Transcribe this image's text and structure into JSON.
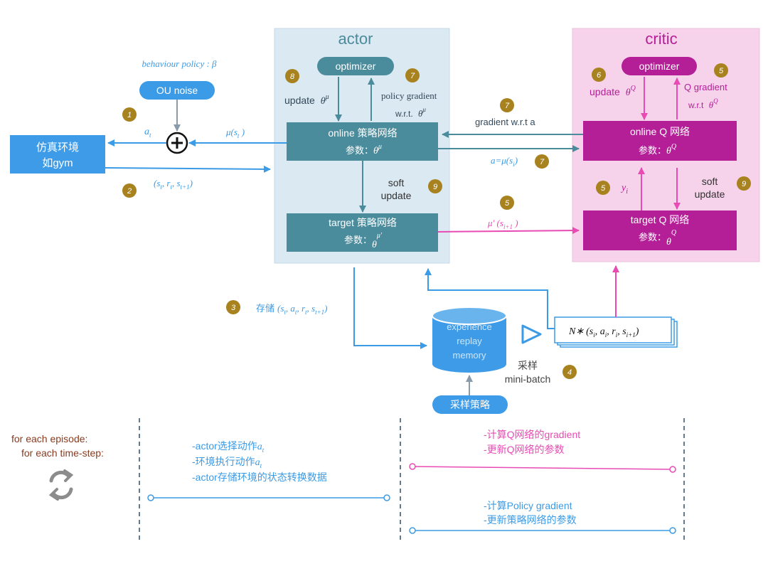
{
  "panels": {
    "actor_title": "actor",
    "critic_title": "critic"
  },
  "actor": {
    "optimizer": "optimizer",
    "update_label": "update",
    "update_theta": "θ",
    "update_theta_sup": "μ",
    "policy_gradient_line1": "policy gradient",
    "policy_gradient_line2": "w.r.t.",
    "policy_gradient_theta": "θ",
    "policy_gradient_theta_sup": "μ",
    "online_title": "online 策略网络",
    "online_params": "参数：",
    "online_theta": "θ",
    "online_theta_sup": "μ",
    "soft_update_line1": "soft",
    "soft_update_line2": "update",
    "target_title": "target 策略网络",
    "target_params": "参数：",
    "target_theta": "θ",
    "target_theta_sup": "μ'"
  },
  "critic": {
    "optimizer": "optimizer",
    "update_label": "update",
    "update_theta": "θ",
    "update_theta_sup": "Q",
    "q_gradient_line1": "Q gradient",
    "q_gradient_line2": "w.r.t",
    "q_gradient_theta": "θ",
    "q_gradient_theta_sup": "Q",
    "online_title": "online Q 网络",
    "online_params": "参数：",
    "online_theta": "θ",
    "online_theta_sup": "Q",
    "yi": "y",
    "yi_sub": "i",
    "soft_update_line1": "soft",
    "soft_update_line2": "update",
    "target_title": "target Q 网络",
    "target_params": "参数：",
    "target_theta": "θ",
    "target_theta_sup": "Q"
  },
  "left": {
    "behaviour_policy": "behaviour policy : β",
    "ou_noise": "OU noise",
    "env_line1": "仿真环境",
    "env_line2": "如gym",
    "a_t": "a",
    "a_t_sub": "t",
    "mu_st": "μ(s",
    "mu_st_sub": "t",
    "mu_st_close": " )",
    "transition": "(s",
    "transition_rest": "t",
    "transition_mid": ", r",
    "transition_r_sub": "t",
    "transition_s1": ", s",
    "transition_s1_sub": "t+1",
    "transition_close": ")"
  },
  "middle": {
    "gradient_wrt_a": "gradient w.r.t a",
    "a_mu_si": "a=μ(s",
    "a_mu_si_sub": "i",
    "a_mu_si_close": ")",
    "mu_prime": "μ' (s",
    "mu_prime_sub": "i+1",
    "mu_prime_close": " )",
    "store_label": "存储",
    "store_tuple": "(s",
    "store_tuple_sub1": "t",
    "store_tuple_a": ", a",
    "store_tuple_sub2": "t",
    "store_tuple_r": ", r",
    "store_tuple_sub3": "t",
    "store_tuple_s": ", s",
    "store_tuple_sub4": "t+1",
    "store_tuple_close": ")",
    "replay_line1": "experience",
    "replay_line2": "replay",
    "replay_line3": "memory",
    "sample_line1": "采样",
    "sample_line2": "mini-batch",
    "sampling_policy": "采样策略",
    "batch_n": "N∗",
    "batch_open": "(s",
    "batch_sub1": "i",
    "batch_a": ", a",
    "batch_sub2": "i",
    "batch_r": ", r",
    "batch_sub3": "i",
    "batch_s": ", s",
    "batch_sub4": "i+1",
    "batch_close": ")"
  },
  "steps": {
    "s1": "1",
    "s2": "2",
    "s3": "3",
    "s4": "4",
    "s5a": "5",
    "s5b": "5",
    "s5c": "5",
    "s6": "6",
    "s7a": "7",
    "s7b": "7",
    "s7c": "7",
    "s8": "8",
    "s9a": "9",
    "s9b": "9"
  },
  "loop": {
    "episode": "for each episode:",
    "timestep": "for each time-step:",
    "actor_step1": "-actor选择动作",
    "actor_step1_var": "a",
    "actor_step1_sub": "t",
    "actor_step2": "-环境执行动作",
    "actor_step2_var": "a",
    "actor_step2_sub": "t",
    "actor_step3": "-actor存储环境的状态转换数据",
    "critic_step1": "-计算Q网络的gradient",
    "critic_step2": "-更新Q网络的参数",
    "policy_step1": "-计算Policy gradient",
    "policy_step2": "-更新策略网络的参数"
  },
  "colors": {
    "actor_bg": "#dbe9f3",
    "critic_bg": "#f6d3ea",
    "teal": "#4a8b9c",
    "magenta": "#b41f98",
    "blue": "#3c9be6",
    "pink": "#e84bb4",
    "gold": "#a8821e",
    "env_blue": "#3d9be8",
    "episode_brown": "#8b3a1e"
  },
  "icons": {
    "loop": "refresh-icon",
    "add": "plus-circle-icon",
    "play": "play-triangle-icon"
  }
}
